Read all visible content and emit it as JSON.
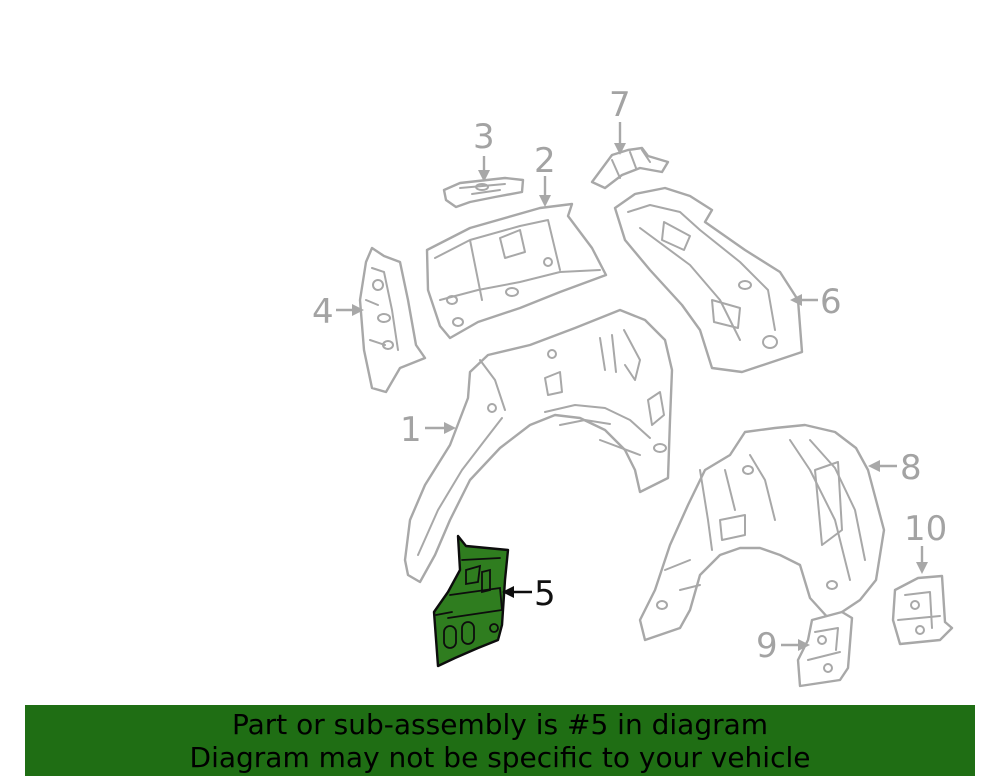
{
  "callouts": {
    "c1": "1",
    "c2": "2",
    "c3": "3",
    "c4": "4",
    "c5": "5",
    "c6": "6",
    "c7": "7",
    "c8": "8",
    "c9": "9",
    "c10": "10"
  },
  "highlighted_part": "5",
  "colors": {
    "highlight_fill": "#2f7d1f",
    "banner_background": "#1f6e14",
    "outline_gray": "#a8a8a8"
  },
  "banner": {
    "line1": "Part or sub-assembly is #5 in diagram",
    "line2": "Diagram may not be specific to your vehicle"
  }
}
